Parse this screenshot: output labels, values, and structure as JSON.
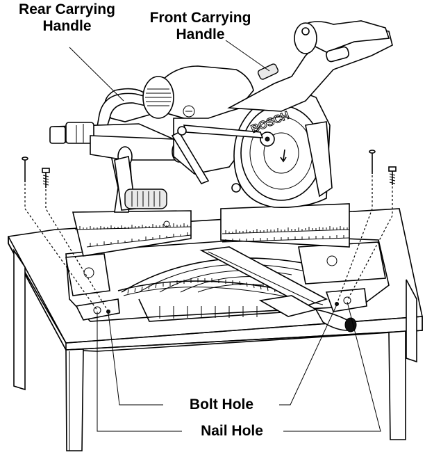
{
  "labels": {
    "rear_handle": "Rear Carrying\nHandle",
    "front_handle": "Front Carrying\nHandle",
    "bolt_hole": "Bolt Hole",
    "nail_hole": "Nail Hole"
  },
  "brand": "BOSCH"
}
